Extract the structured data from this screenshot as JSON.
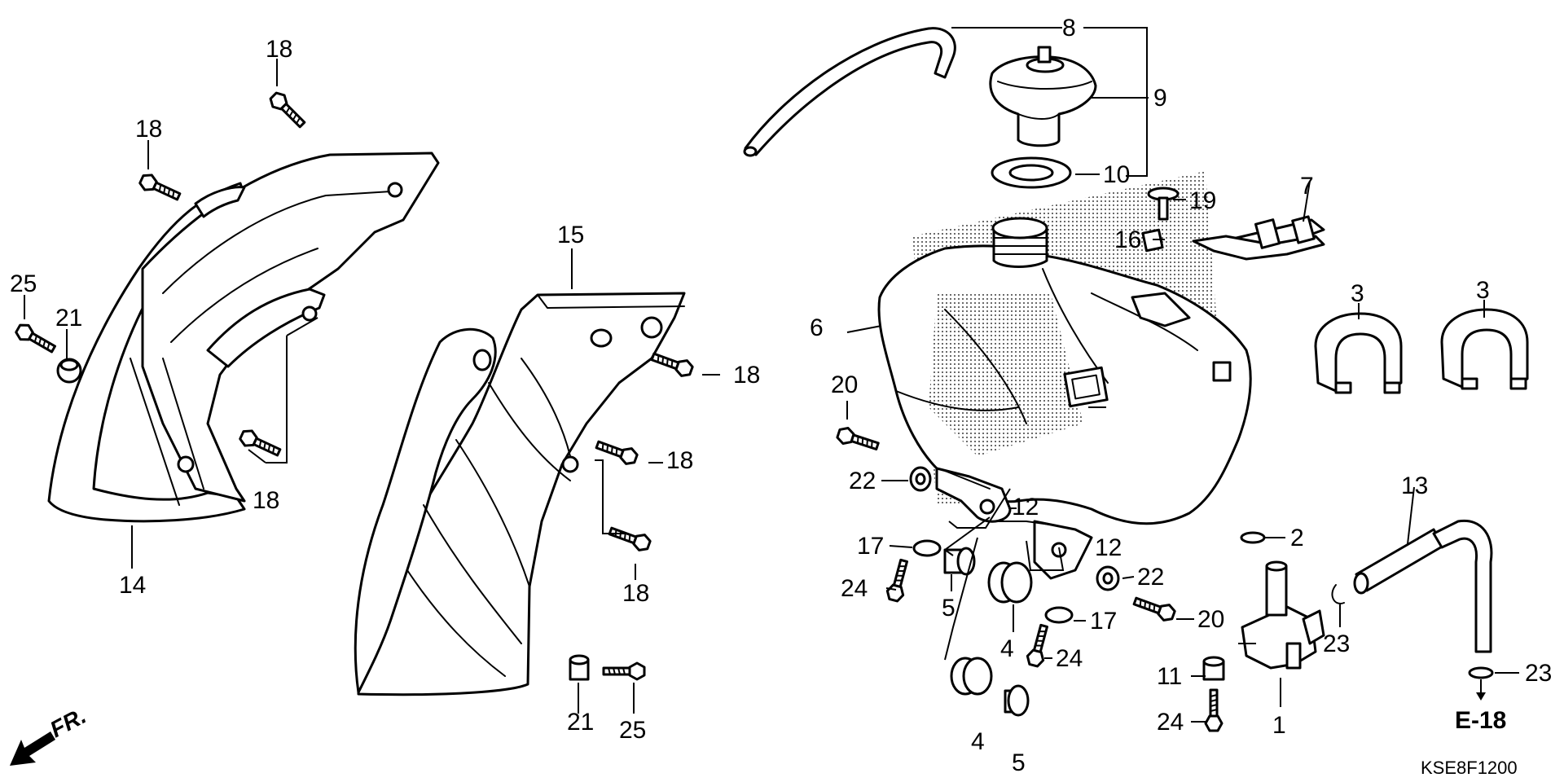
{
  "diagram": {
    "code": "KSE8F1200",
    "reference": "E-18",
    "front_label": "FR.",
    "callouts": {
      "c1": "1",
      "c2": "2",
      "c3a": "3",
      "c3b": "3",
      "c4a": "4",
      "c4b": "4",
      "c5a": "5",
      "c5b": "5",
      "c6": "6",
      "c7": "7",
      "c8": "8",
      "c9": "9",
      "c10": "10",
      "c11": "11",
      "c12a": "12",
      "c12b": "12",
      "c13": "13",
      "c14": "14",
      "c15": "15",
      "c16": "16",
      "c17a": "17",
      "c17b": "17",
      "c18a": "18",
      "c18b": "18",
      "c18c": "18",
      "c18d": "18",
      "c18e": "18",
      "c18f": "18",
      "c19": "19",
      "c20a": "20",
      "c20b": "20",
      "c21a": "21",
      "c21b": "21",
      "c22a": "22",
      "c22b": "22",
      "c23a": "23",
      "c23b": "23",
      "c24a": "24",
      "c24b": "24",
      "c24c": "24",
      "c25a": "25",
      "c25b": "25"
    },
    "colors": {
      "ink": "#000000",
      "paper": "#ffffff"
    }
  }
}
